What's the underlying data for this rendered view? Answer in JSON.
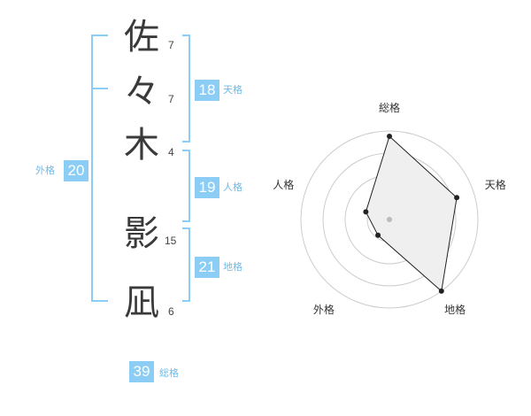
{
  "name": {
    "characters": [
      {
        "char": "佐",
        "strokes": "7"
      },
      {
        "char": "々",
        "strokes": "7"
      },
      {
        "char": "木",
        "strokes": "4"
      },
      {
        "char": "影",
        "strokes": "15"
      },
      {
        "char": "凪",
        "strokes": "6"
      }
    ]
  },
  "fortune": {
    "tenkaku": {
      "value": "18",
      "label": "天格"
    },
    "jinkaku": {
      "value": "19",
      "label": "人格"
    },
    "chikaku": {
      "value": "21",
      "label": "地格"
    },
    "gaikaku": {
      "value": "20",
      "label": "外格"
    },
    "soukaku": {
      "value": "39",
      "label": "総格"
    }
  },
  "colors": {
    "accent": "#8ccdf5",
    "bracket": "#8ccdf5",
    "radar_fill": "#efefef",
    "radar_line": "#222222",
    "grid": "#cccccc"
  },
  "chart_data": {
    "type": "radar",
    "axes": [
      "総格",
      "天格",
      "地格",
      "外格",
      "人格"
    ],
    "values": [
      0.94,
      0.8,
      1.0,
      0.22,
      0.28
    ],
    "rings": 4,
    "range": [
      0,
      1
    ]
  }
}
